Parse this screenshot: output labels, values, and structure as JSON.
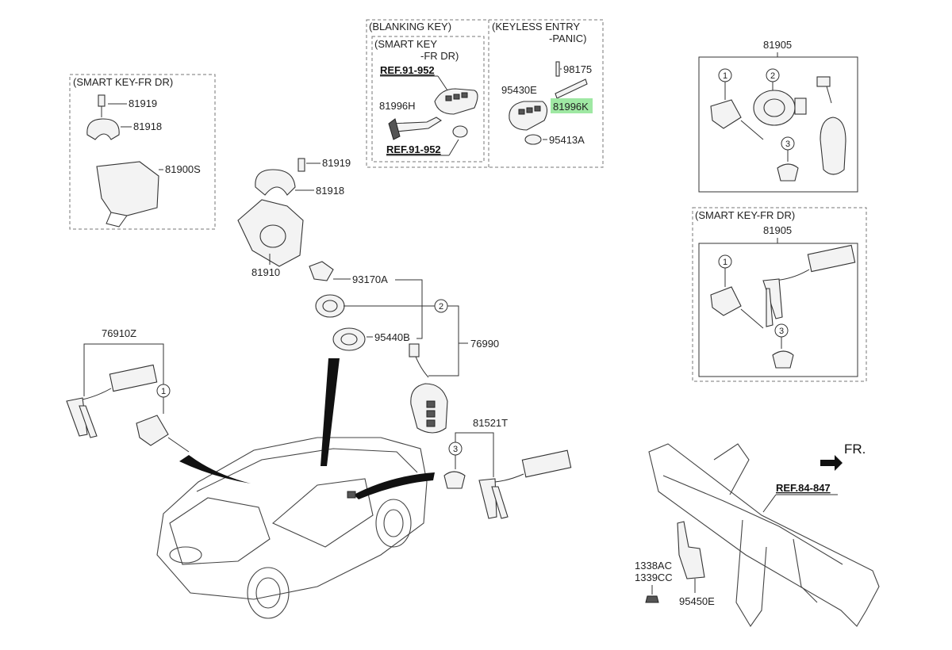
{
  "groups": {
    "smart_key_fr_dr_left": "(SMART KEY-FR DR)",
    "blanking_key": "(BLANKING KEY)",
    "smart_key_fr_dr_inner_1": "(SMART KEY",
    "smart_key_fr_dr_inner_2": "-FR DR)",
    "keyless_entry_1": "(KEYLESS ENTRY",
    "keyless_entry_2": "-PANIC)",
    "smart_key_fr_dr_right": "(SMART KEY-FR DR)"
  },
  "references": {
    "ref_91952_a": "REF.91-952",
    "ref_91952_b": "REF.91-952",
    "ref_84847": "REF.84-847"
  },
  "parts": {
    "p81919_a": "81919",
    "p81918_a": "81918",
    "p81900s": "81900S",
    "p81996h": "81996H",
    "p95430e": "95430E",
    "p98175": "98175",
    "p81996k": "81996K",
    "p95413a": "95413A",
    "p81905_a": "81905",
    "p81905_b": "81905",
    "p81919_b": "81919",
    "p81918_b": "81918",
    "p81910": "81910",
    "p93170a": "93170A",
    "p95440b": "95440B",
    "p76990": "76990",
    "p76910z": "76910Z",
    "p81521t": "81521T",
    "p1338ac": "1338AC",
    "p1339cc": "1339CC",
    "p95450e": "95450E"
  },
  "callouts": {
    "c1": "1",
    "c2": "2",
    "c3": "3"
  },
  "direction": "FR.",
  "highlight_color": "#9fe8a3"
}
